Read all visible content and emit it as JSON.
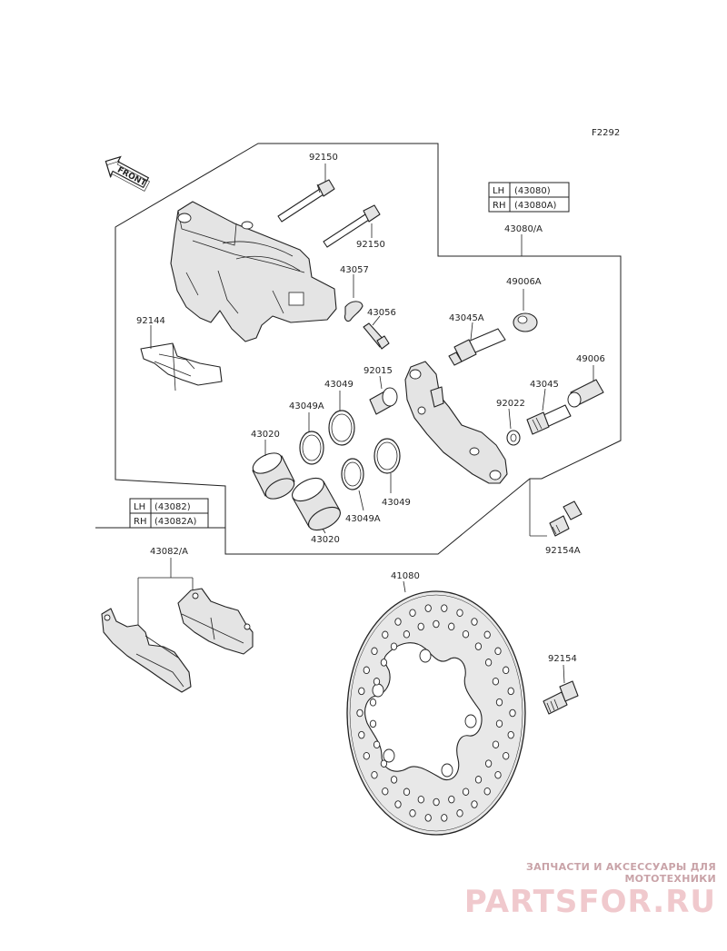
{
  "figure_code": "F2292",
  "front_label": "FRONT",
  "callouts": {
    "p92150_top": "92150",
    "p92150_bottom": "92150",
    "p43057": "43057",
    "p43056": "43056",
    "p92144": "92144",
    "p43049_upper": "43049",
    "p43049A_upper": "43049A",
    "p43020_upper": "43020",
    "p43049_lower": "43049",
    "p43049A_lower": "43049A",
    "p43020_lower": "43020",
    "p92015": "92015",
    "p43045A": "43045A",
    "p49006A": "49006A",
    "p43080A": "43080/A",
    "p49006": "49006",
    "p43045": "43045",
    "p92022": "92022",
    "p92154A": "92154A",
    "p43082A": "43082/A",
    "p41080": "41080",
    "p92154": "92154"
  },
  "table_bracket": {
    "rows": [
      {
        "side": "LH",
        "part": "(43080)"
      },
      {
        "side": "RH",
        "part": "(43080A)"
      }
    ]
  },
  "table_pads": {
    "rows": [
      {
        "side": "LH",
        "part": "(43082)"
      },
      {
        "side": "RH",
        "part": "(43082A)"
      }
    ]
  },
  "watermark": {
    "tagline": "ЗАПЧАСТИ И АКСЕССУАРЫ ДЛЯ МОТОТЕХНИКИ",
    "logo": "PARTSFOR.RU",
    "color": "#f0c9cd"
  }
}
